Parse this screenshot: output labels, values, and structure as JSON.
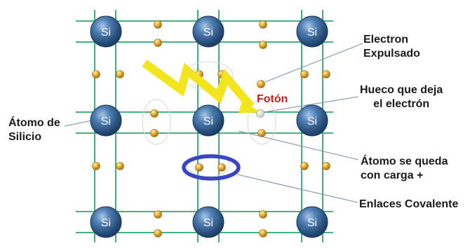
{
  "atom_symbol": "Si",
  "labels": {
    "electron_expelled": [
      "Electron",
      "Expulsado"
    ],
    "photon": "Fotón",
    "hole": [
      "Hueco que deja",
      "el electrón"
    ],
    "silicon_atom": [
      "Átomo de",
      "Silicio"
    ],
    "charged_atom": [
      "Átomo se queda",
      "con carga +"
    ],
    "covalent_bonds": "Enlaces Covalente"
  },
  "colors": {
    "grid": "#2fa76a",
    "atom": "#2e5e8e",
    "electron": "#e2a62a",
    "photon_arrow": "#f2e51d",
    "photon_text": "#c81e1e",
    "bond_highlight": "#3a46c4",
    "leader": "#7f95ad"
  }
}
